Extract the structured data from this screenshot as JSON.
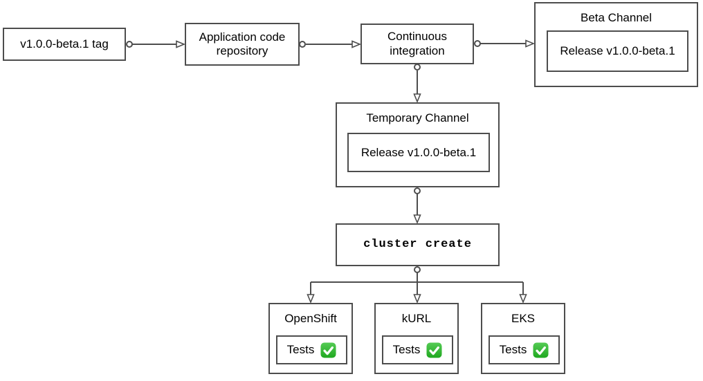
{
  "diagram": {
    "type": "flowchart",
    "colors": {
      "stroke": "#4d4d4d",
      "text": "#000000",
      "background": "#ffffff",
      "check_green_light": "#55cb55",
      "check_green_dark": "#1fa81f"
    },
    "nodes": {
      "tag": {
        "label": "v1.0.0-beta.1 tag"
      },
      "repo": {
        "label": "Application code repository"
      },
      "ci": {
        "label": "Continuous integration"
      },
      "beta_channel": {
        "title": "Beta Channel",
        "release_label": "Release v1.0.0-beta.1"
      },
      "temporary_channel": {
        "title": "Temporary Channel",
        "release_label": "Release v1.0.0-beta.1"
      },
      "cluster_create": {
        "label": "cluster create"
      }
    },
    "platforms": [
      {
        "title": "OpenShift",
        "tests_label": "Tests",
        "status_icon": "check-icon"
      },
      {
        "title": "kURL",
        "tests_label": "Tests",
        "status_icon": "check-icon"
      },
      {
        "title": "EKS",
        "tests_label": "Tests",
        "status_icon": "check-icon"
      }
    ]
  }
}
